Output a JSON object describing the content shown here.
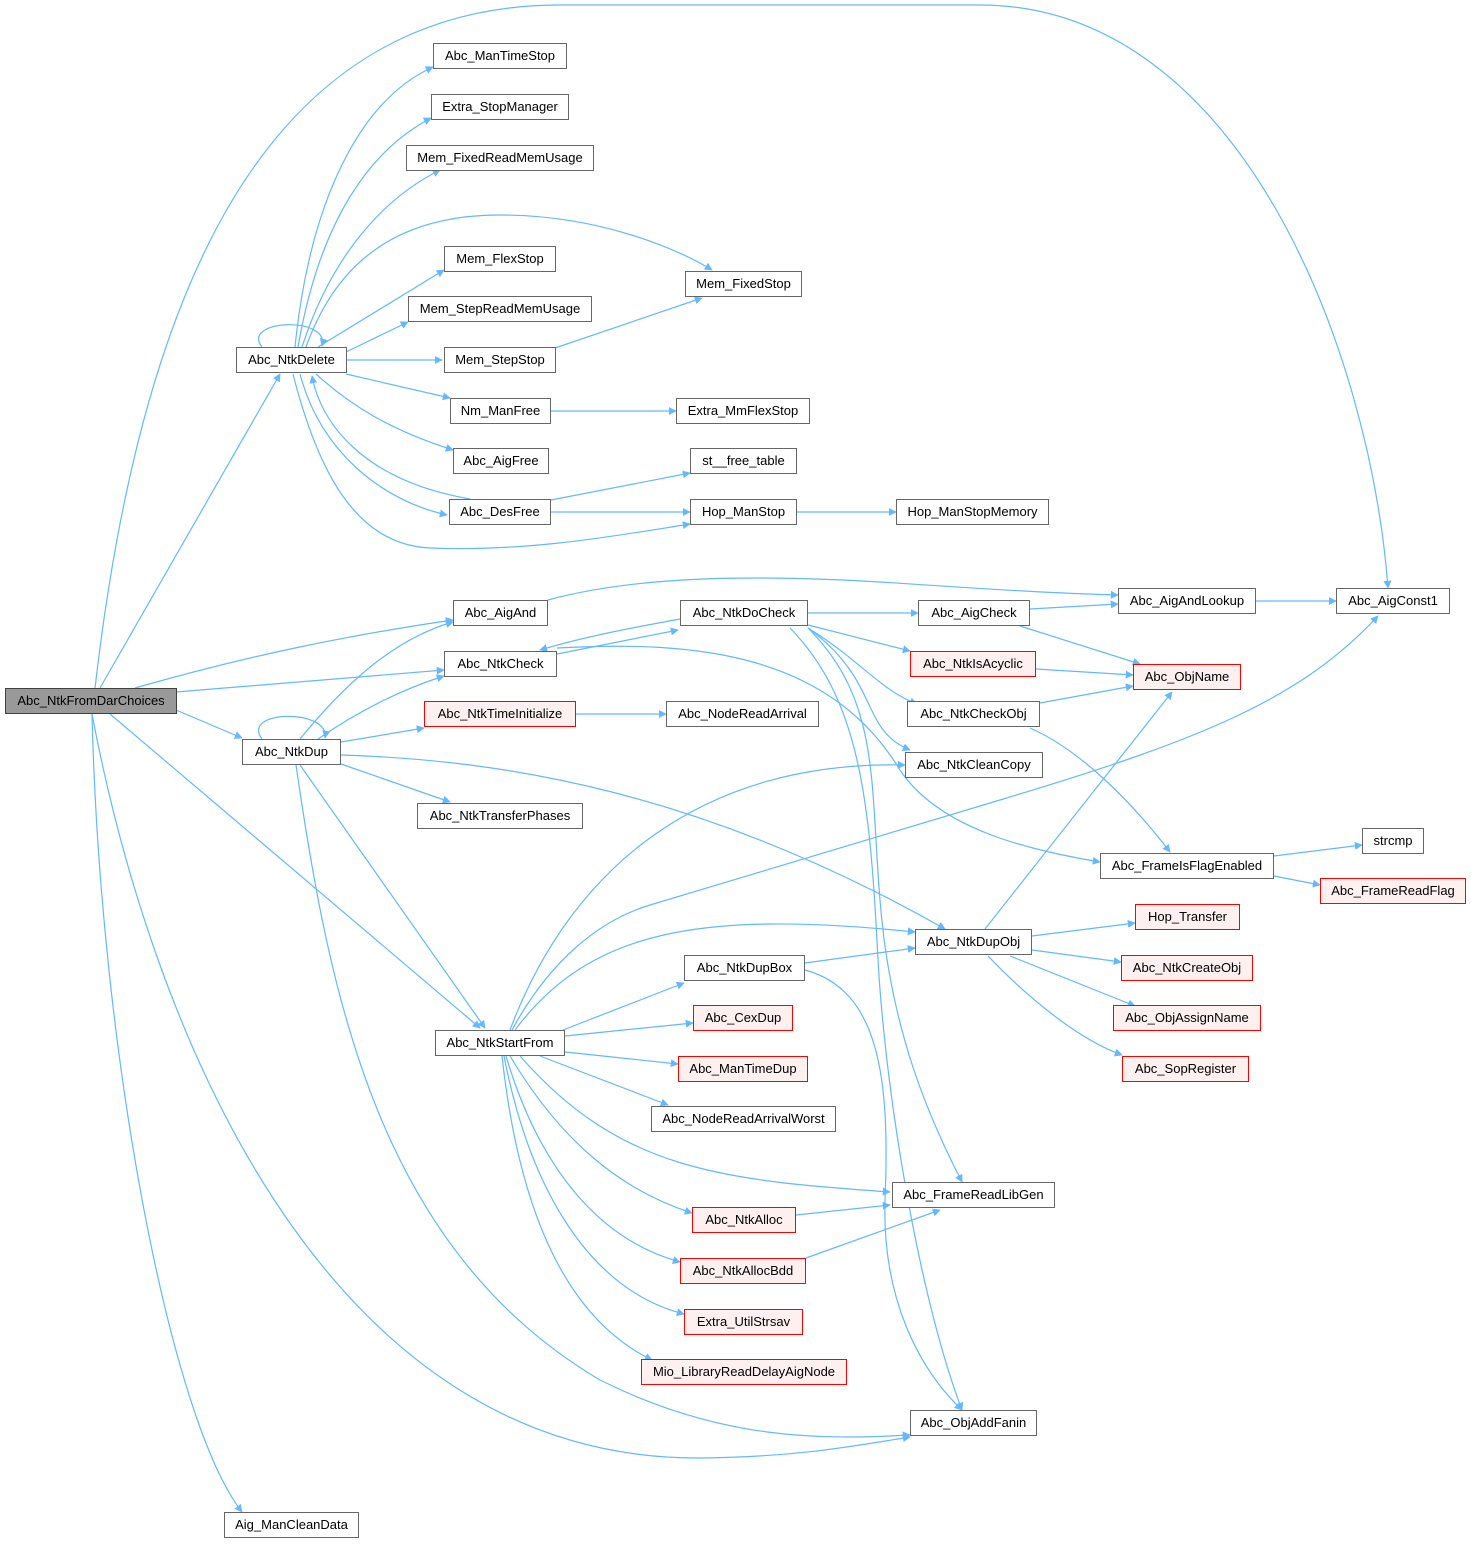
{
  "graph": {
    "edge_color": "#63b8ff",
    "root_fill": "#999999",
    "truncated_border": "#ff0000",
    "nodes": [
      {
        "id": "root",
        "label": "Abc_NtkFromDarChoices",
        "type": "root"
      },
      {
        "id": "ntkdelete",
        "label": "Abc_NtkDelete",
        "type": "normal"
      },
      {
        "id": "mantimestop",
        "label": "Abc_ManTimeStop",
        "type": "normal"
      },
      {
        "id": "extrastopmanager",
        "label": "Extra_StopManager",
        "type": "normal"
      },
      {
        "id": "memfixedreadmemusage",
        "label": "Mem_FixedReadMemUsage",
        "type": "normal"
      },
      {
        "id": "memflexstop",
        "label": "Mem_FlexStop",
        "type": "normal"
      },
      {
        "id": "memfixedstop",
        "label": "Mem_FixedStop",
        "type": "normal"
      },
      {
        "id": "memstepreadmemusage",
        "label": "Mem_StepReadMemUsage",
        "type": "normal"
      },
      {
        "id": "memstepstop",
        "label": "Mem_StepStop",
        "type": "normal"
      },
      {
        "id": "nmmanfree",
        "label": "Nm_ManFree",
        "type": "normal"
      },
      {
        "id": "extrammflexstop",
        "label": "Extra_MmFlexStop",
        "type": "normal"
      },
      {
        "id": "aigfree",
        "label": "Abc_AigFree",
        "type": "normal"
      },
      {
        "id": "stfreetable",
        "label": "st__free_table",
        "type": "normal"
      },
      {
        "id": "desfree",
        "label": "Abc_DesFree",
        "type": "normal"
      },
      {
        "id": "hopmanstop",
        "label": "Hop_ManStop",
        "type": "normal"
      },
      {
        "id": "hopmanstopmemory",
        "label": "Hop_ManStopMemory",
        "type": "normal"
      },
      {
        "id": "aigand",
        "label": "Abc_AigAnd",
        "type": "normal"
      },
      {
        "id": "ntkdocheck",
        "label": "Abc_NtkDoCheck",
        "type": "normal"
      },
      {
        "id": "aigcheck",
        "label": "Abc_AigCheck",
        "type": "normal"
      },
      {
        "id": "aigandlookup",
        "label": "Abc_AigAndLookup",
        "type": "normal"
      },
      {
        "id": "aigconst1",
        "label": "Abc_AigConst1",
        "type": "normal"
      },
      {
        "id": "ntkcheck",
        "label": "Abc_NtkCheck",
        "type": "normal"
      },
      {
        "id": "ntkisacyclic",
        "label": "Abc_NtkIsAcyclic",
        "type": "truncated"
      },
      {
        "id": "objname",
        "label": "Abc_ObjName",
        "type": "truncated"
      },
      {
        "id": "ntktimeinit",
        "label": "Abc_NtkTimeInitialize",
        "type": "truncated"
      },
      {
        "id": "nodereadarrival",
        "label": "Abc_NodeReadArrival",
        "type": "normal"
      },
      {
        "id": "ntkcheckobj",
        "label": "Abc_NtkCheckObj",
        "type": "normal"
      },
      {
        "id": "ntkdup",
        "label": "Abc_NtkDup",
        "type": "normal"
      },
      {
        "id": "ntkcleancopy",
        "label": "Abc_NtkCleanCopy",
        "type": "normal"
      },
      {
        "id": "ntktransferphases",
        "label": "Abc_NtkTransferPhases",
        "type": "normal"
      },
      {
        "id": "strcmp",
        "label": "strcmp",
        "type": "normal"
      },
      {
        "id": "frameisflagenabled",
        "label": "Abc_FrameIsFlagEnabled",
        "type": "normal"
      },
      {
        "id": "framereadflag",
        "label": "Abc_FrameReadFlag",
        "type": "truncated"
      },
      {
        "id": "hoptransfer",
        "label": "Hop_Transfer",
        "type": "truncated"
      },
      {
        "id": "ntkdupobj",
        "label": "Abc_NtkDupObj",
        "type": "normal"
      },
      {
        "id": "ntkdupbox",
        "label": "Abc_NtkDupBox",
        "type": "normal"
      },
      {
        "id": "ntkcreateobj",
        "label": "Abc_NtkCreateObj",
        "type": "truncated"
      },
      {
        "id": "objassignname",
        "label": "Abc_ObjAssignName",
        "type": "truncated"
      },
      {
        "id": "cexdup",
        "label": "Abc_CexDup",
        "type": "truncated"
      },
      {
        "id": "ntkstartfrom",
        "label": "Abc_NtkStartFrom",
        "type": "normal"
      },
      {
        "id": "mantimedup",
        "label": "Abc_ManTimeDup",
        "type": "truncated"
      },
      {
        "id": "sopregister",
        "label": "Abc_SopRegister",
        "type": "truncated"
      },
      {
        "id": "nodereadarrivalworst",
        "label": "Abc_NodeReadArrivalWorst",
        "type": "normal"
      },
      {
        "id": "framereadlibgen",
        "label": "Abc_FrameReadLibGen",
        "type": "normal"
      },
      {
        "id": "ntkalloc",
        "label": "Abc_NtkAlloc",
        "type": "truncated"
      },
      {
        "id": "ntkallocbdd",
        "label": "Abc_NtkAllocBdd",
        "type": "truncated"
      },
      {
        "id": "extrautilstrsav",
        "label": "Extra_UtilStrsav",
        "type": "truncated"
      },
      {
        "id": "miolibrary",
        "label": "Mio_LibraryReadDelayAigNode",
        "type": "truncated"
      },
      {
        "id": "objaddfanin",
        "label": "Abc_ObjAddFanin",
        "type": "normal"
      },
      {
        "id": "aigmancleandata",
        "label": "Aig_ManCleanData",
        "type": "normal"
      }
    ]
  }
}
